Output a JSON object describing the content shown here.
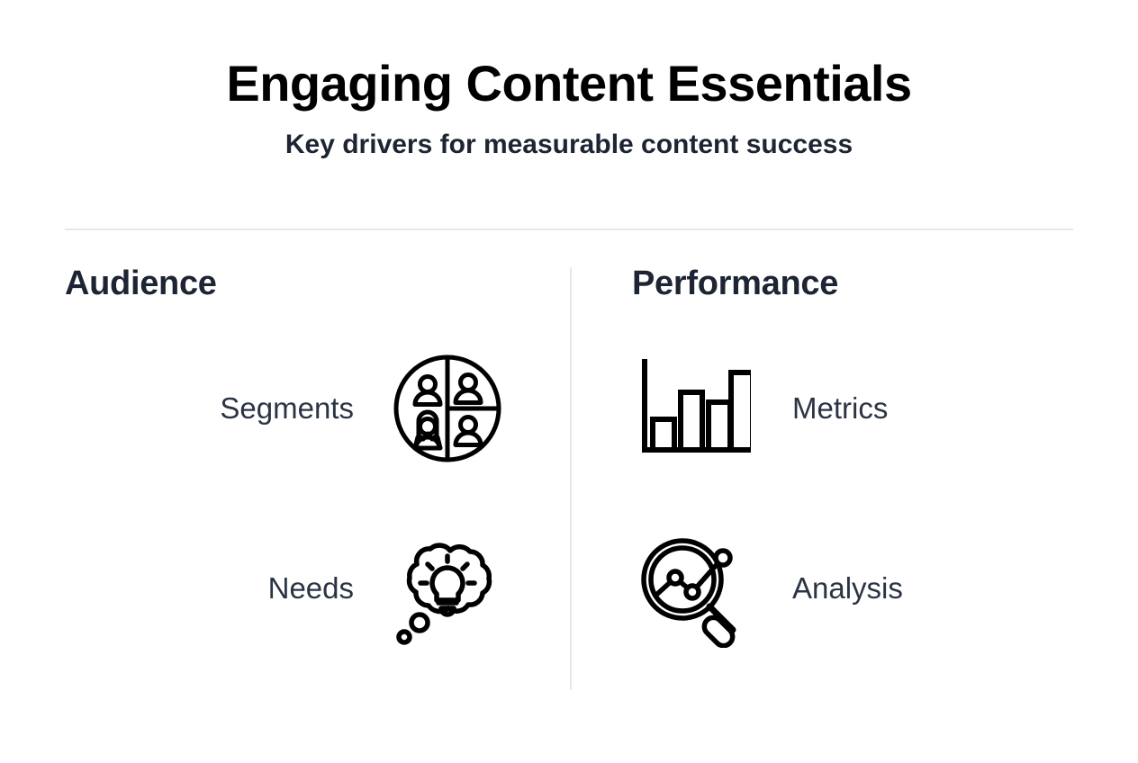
{
  "header": {
    "title": "Engaging Content Essentials",
    "subtitle": "Key drivers for measurable content success",
    "rule_color": "#e3e8ef"
  },
  "theme": {
    "background": "#ffffff",
    "title_color": "#000000",
    "heading_color": "#1d2433",
    "label_color": "#2b3444",
    "icon_color": "#000000",
    "divider_color": "#e3e8ef"
  },
  "columns": [
    {
      "id": "audience",
      "heading": "Audience",
      "items": [
        {
          "label": "Segments",
          "icon": "audience-segments-circle-icon"
        },
        {
          "label": "Needs",
          "icon": "thought-bubble-lightbulb-icon"
        }
      ]
    },
    {
      "id": "performance",
      "heading": "Performance",
      "items": [
        {
          "label": "Metrics",
          "icon": "bar-chart-icon"
        },
        {
          "label": "Analysis",
          "icon": "magnifier-line-chart-icon"
        }
      ]
    }
  ]
}
